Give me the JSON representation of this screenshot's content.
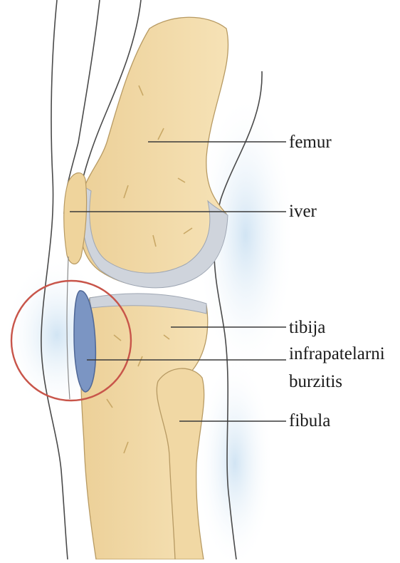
{
  "labels": {
    "femur": "femur",
    "iver": "iver",
    "tibija": "tibija",
    "bursitis_line1": "infrapatelarni",
    "bursitis_line2": "burzitis",
    "fibula": "fibula"
  },
  "colors": {
    "bone": "#f3dba6",
    "bone_dark": "#d7b571",
    "cartilage": "#cfd4dc",
    "skin_shadow": "#d8e9f5",
    "bursa": "#7b95c3",
    "highlight_circle": "#c8554a",
    "leader_line": "#3a3a3a"
  }
}
